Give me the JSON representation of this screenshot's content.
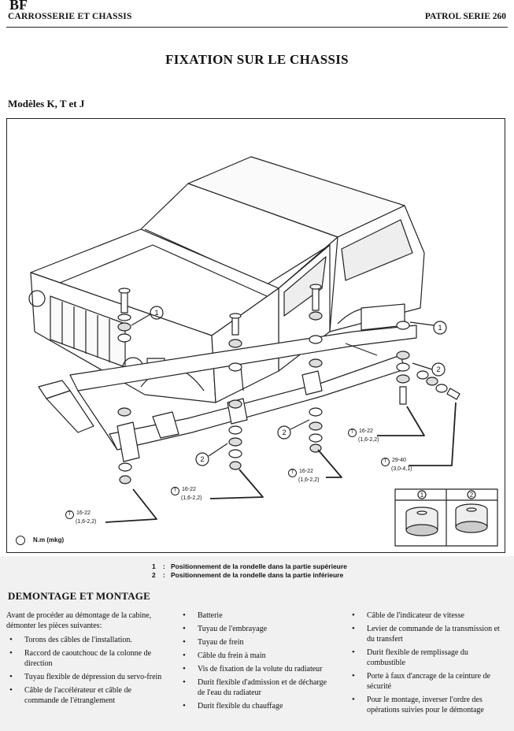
{
  "header": {
    "code": "BF",
    "section": "CARROSSERIE ET CHASSIS",
    "model": "PATROL SERIE 260"
  },
  "title": "FIXATION SUR LE CHASSIS",
  "subtitle": "Modèles K, T et J",
  "figure": {
    "callouts": {
      "one": "1",
      "two": "2"
    },
    "torques": [
      {
        "value": "16-22",
        "mkg": "(1,6-2,2)"
      },
      {
        "value": "16-22",
        "mkg": "(1,6-2,2)"
      },
      {
        "value": "16-22",
        "mkg": "(1,6-2,2)"
      },
      {
        "value": "16-22",
        "mkg": "(1,6-2,2)"
      },
      {
        "value": "29-40",
        "mkg": "(3,0-4,1)"
      }
    ],
    "torque_icon": "torque-wrench-icon",
    "legend_unit": "N.m (mkg)",
    "inset_labels": [
      "1",
      "2"
    ]
  },
  "position_notes": [
    {
      "num": "1",
      "sep": ":",
      "text": "Positionnement de la rondelle dans la partie supérieure"
    },
    {
      "num": "2",
      "sep": ":",
      "text": "Positionnement de la rondelle dans la partie inférieure"
    }
  ],
  "section": {
    "title": "DEMONTAGE ET MONTAGE",
    "intro": "Avant de procéder au démontage de la cabine, démonter les pièces suivantes:",
    "col1": [
      "Torons des câbles de l'installation.",
      "Raccord de caoutchouc de la colonne de direction",
      "Tuyau flexible de dépression du servo-frein",
      "Câble de l'accélérateur et câble de commande de l'étranglement"
    ],
    "col2": [
      "Batterie",
      "Tuyau de l'embrayage",
      "Tuyau de frein",
      "Câble du frein à main",
      "Vis de fixation de la volute du radiateur",
      "Durit flexible d'admission et de décharge de l'eau du radiateur",
      "Durit flexible du chauffage"
    ],
    "col3": [
      "Câble de l'indicateur de vitesse",
      "Levier de commande de la transmission et du transfert",
      "Durit flexible de remplissage du combustible",
      "Porte à faux d'ancrage de la ceinture de sécurité",
      "Pour le montage, inverser l'ordre des opérations suivies pour le démontage"
    ]
  }
}
